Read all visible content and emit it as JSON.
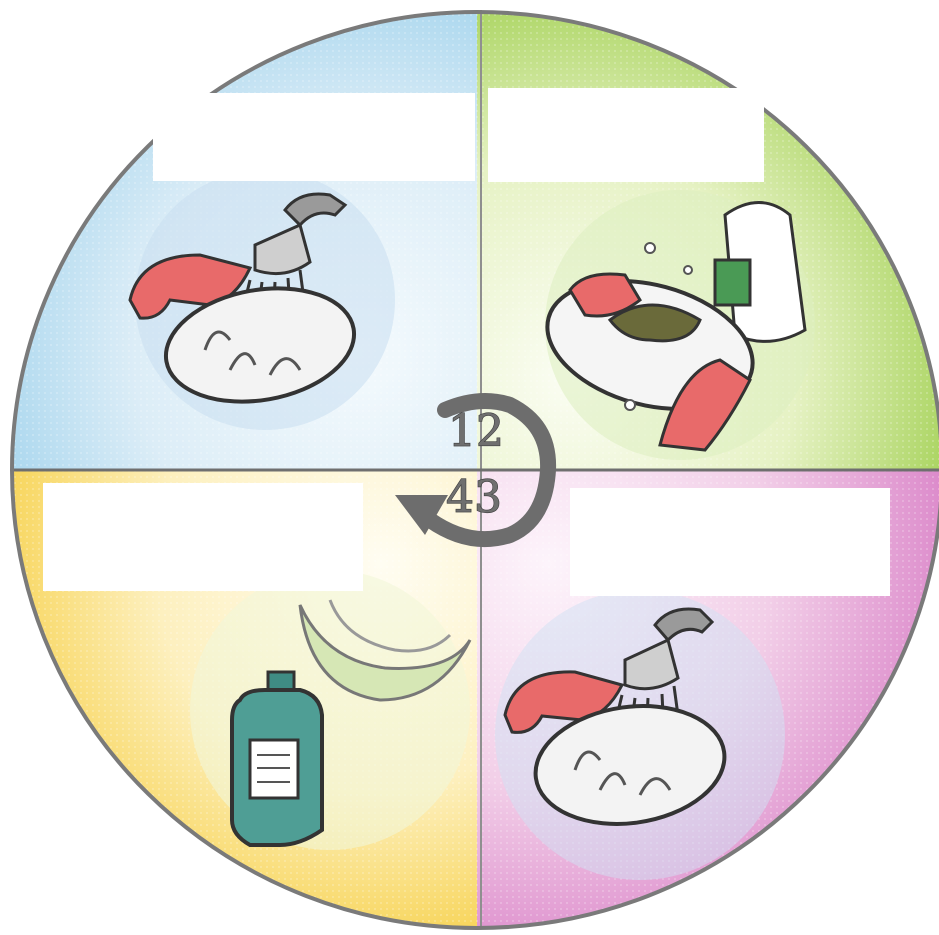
{
  "diagram": {
    "center_label_top": "12",
    "center_label_bottom": "43",
    "steps": [
      {
        "id": 1,
        "icon": "rinse-cloth-under-faucet-icon",
        "color": "#a6d6ee"
      },
      {
        "id": 2,
        "icon": "wash-cloth-in-tub-icon",
        "color": "#93c93a"
      },
      {
        "id": 3,
        "icon": "disinfectant-bottle-icon",
        "color": "#f6cf3e"
      },
      {
        "id": 4,
        "icon": "rinse-cloth-under-faucet-icon",
        "color": "#d77ac4"
      }
    ],
    "colors": {
      "rim": "#7a7a7a",
      "divider": "#8f8f8f",
      "hand": "#e86a6a",
      "faucet": "#8e8e8e",
      "cloth_fill": "#f3f3f3",
      "bottle": "#4f9e95"
    }
  }
}
